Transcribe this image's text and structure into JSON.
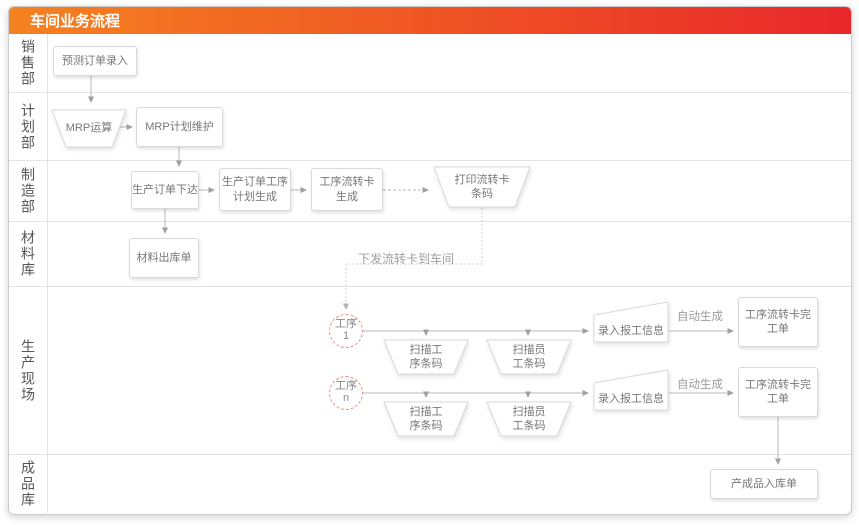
{
  "header": {
    "title": "车间业务流程"
  },
  "lanes": [
    {
      "label": "销售部"
    },
    {
      "label": "计划部"
    },
    {
      "label": "制造部"
    },
    {
      "label": "材料库"
    },
    {
      "label": "生产现场"
    },
    {
      "label": "成品库"
    }
  ],
  "nodes": {
    "forecast_order_entry": "预测订单录入",
    "mrp_run": "MRP运算",
    "mrp_plan_maintain": "MRP计划维护",
    "production_order_release": "生产订单下达",
    "production_order_process_plan": "生产订单工序\n计划生成",
    "process_card_generate": "工序流转卡\n生成",
    "print_card_barcode": "打印流转卡\n条码",
    "material_outbound": "材料出库单",
    "process_1": "工序\n1",
    "process_n": "工序\nn",
    "scan_process_barcode": "扫描工\n序条码",
    "scan_employee_barcode": "扫描员\n工条码",
    "report_entry": "录入报工信息",
    "process_card_complete": "工序流转卡完\n工单",
    "finished_goods_inbound": "产成品入库单"
  },
  "edge_labels": {
    "send_card_to_workshop": "下发流转卡到车间",
    "auto_generate": "自动生成"
  },
  "colors": {
    "header_gradient_start": "#f58220",
    "header_gradient_end": "#e8272b",
    "node_border": "#d9d9d9",
    "node_text": "#777777",
    "connector": "#b8b8b8",
    "process_circle_dash": "#f0897b"
  }
}
